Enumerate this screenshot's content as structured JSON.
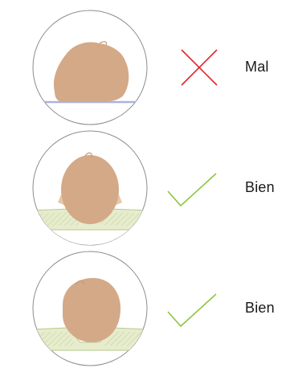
{
  "colors": {
    "bad": "#e0262e",
    "good": "#8cc63f",
    "skin": "#d4a987",
    "circle_border": "#8c8c8c",
    "mat_line": "#a9b3dd",
    "pillow": "#e6eccd",
    "pillow_hatch": "#b9c98f"
  },
  "rows": [
    {
      "label": "Mal",
      "status": "bad",
      "mark_icon": "cross-icon",
      "illustration": "baby-head-flat-surface"
    },
    {
      "label": "Bien",
      "status": "good",
      "mark_icon": "check-icon",
      "illustration": "baby-head-on-positioning-pillow"
    },
    {
      "label": "Bien",
      "status": "good",
      "mark_icon": "check-icon",
      "illustration": "baby-head-on-positioning-pillow"
    }
  ]
}
